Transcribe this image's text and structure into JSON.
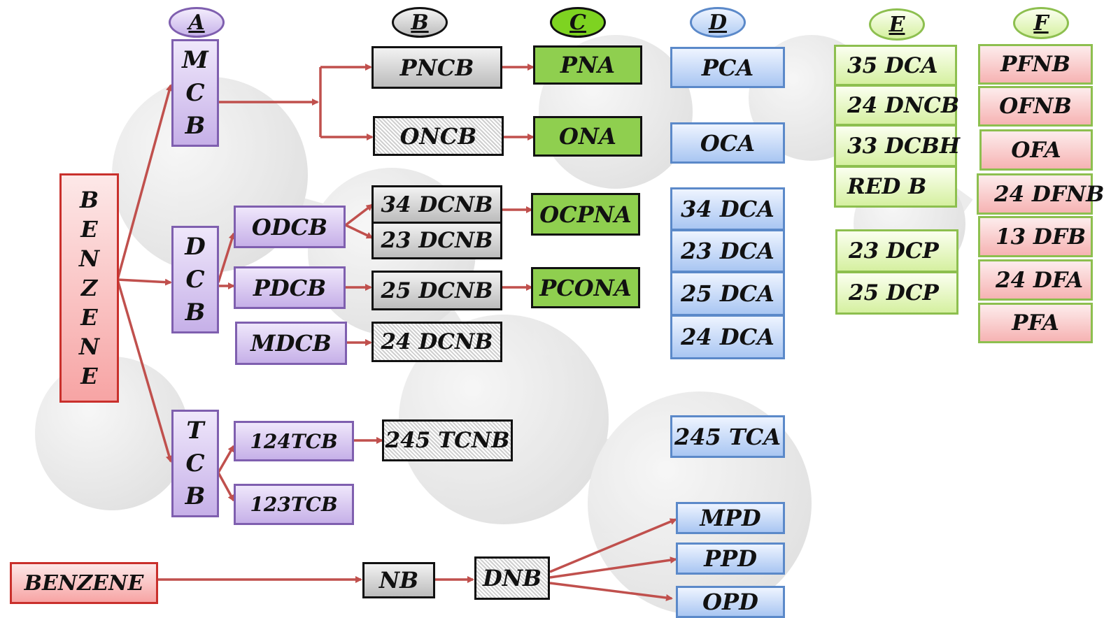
{
  "headers": {
    "a": "A",
    "b": "B",
    "c": "C",
    "d": "D",
    "e": "E",
    "f": "F"
  },
  "benzene_vertical": [
    "B",
    "E",
    "N",
    "Z",
    "E",
    "N",
    "E"
  ],
  "mcb": [
    "M",
    "C",
    "B"
  ],
  "dcb": [
    "D",
    "C",
    "B"
  ],
  "tcb": [
    "T",
    "C",
    "B"
  ],
  "col_a": {
    "odcb": "ODCB",
    "pdcb": "PDCB",
    "mdcb": "MDCB",
    "tcb124": "124TCB",
    "tcb123": "123TCB"
  },
  "col_b": {
    "pncb": "PNCB",
    "oncb": "ONCB",
    "dcnb34": "34 DCNB",
    "dcnb23": "23 DCNB",
    "dcnb25": "25 DCNB",
    "dcnb24": "24 DCNB",
    "tcnb245": "245 TCNB"
  },
  "col_c": {
    "pna": "PNA",
    "ona": "ONA",
    "ocpna": "OCPNA",
    "pcona": "PCONA"
  },
  "col_d": {
    "pca": "PCA",
    "oca": "OCA",
    "dca34": "34 DCA",
    "dca23": "23 DCA",
    "dca25": "25 DCA",
    "dca24": "24 DCA",
    "tca245": "245 TCA",
    "mpd": "MPD",
    "ppd": "PPD",
    "opd": "OPD"
  },
  "col_e": {
    "dca35": "35 DCA",
    "dncb24": "24 DNCB",
    "dcbh33": "33 DCBH",
    "redb": "RED B",
    "dcp23": "23 DCP",
    "dcp25": "25 DCP"
  },
  "col_f": {
    "pfnb": "PFNB",
    "ofnb": "OFNB",
    "ofa": "OFA",
    "dfnb24": "24 DFNB",
    "dfb13": "13 DFB",
    "dfa24": "24 DFA",
    "pfa": "PFA"
  },
  "bottom": {
    "benzene": "BENZENE",
    "nb": "NB",
    "dnb": "DNB"
  },
  "colors": {
    "arrow": "#c0504d",
    "red": "#c9302c",
    "purple": "#7f5faf",
    "green": "#8fcf4f",
    "blue": "#5b89c9",
    "light_green": "#8dbf4f"
  }
}
